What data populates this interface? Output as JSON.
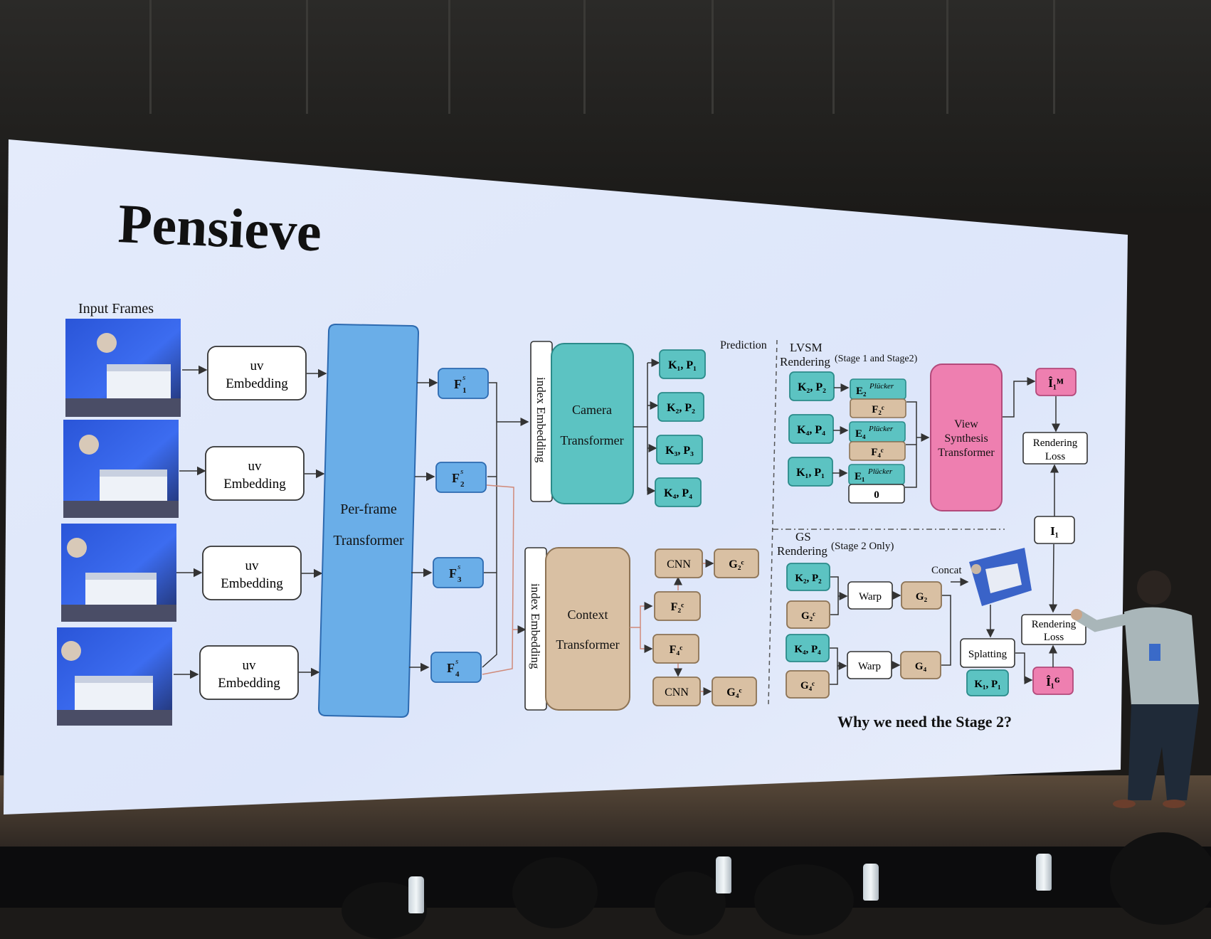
{
  "slide": {
    "title": "Pensieve",
    "input_frames_label": "Input Frames",
    "uv_embedding": [
      "uv",
      "Embedding"
    ],
    "per_frame_transformer": [
      "Per-frame",
      "Transformer"
    ],
    "feature_s": [
      "F",
      "1",
      "2",
      "3",
      "4",
      "s"
    ],
    "index_embedding": "index Embedding",
    "camera_transformer": [
      "Camera",
      "Transformer"
    ],
    "context_transformer": [
      "Context",
      "Transformer"
    ],
    "camera_outputs": [
      "K₁, P₁",
      "K₂, P₂",
      "K₃, P₃",
      "K₄, P₄"
    ],
    "cnn_label": "CNN",
    "context_features": [
      "F₂ᶜ",
      "F₄ᶜ"
    ],
    "gaussian_outputs": [
      "G₂ᶜ",
      "G₄ᶜ"
    ],
    "prediction_label": "Prediction",
    "lvsm_label": [
      "LVSM",
      "Rendering"
    ],
    "lvsm_stage": "(Stage 1 and Stage2)",
    "lvsm_inputs": [
      "K₂, P₂",
      "K₄, P₄",
      "K₁, P₁"
    ],
    "plucker": [
      "E₂",
      "E₄",
      "E₁",
      "Plücker"
    ],
    "plucker_pairs": [
      "F₂ᶜ",
      "F₄ᶜ",
      "0"
    ],
    "view_synthesis": [
      "View",
      "Synthesis",
      "Transformer"
    ],
    "lvsm_output": "Î₁ᴹ",
    "rendering_loss": [
      "Rendering",
      "Loss"
    ],
    "gt_image": "I₁",
    "gs_label": [
      "GS",
      "Rendering"
    ],
    "gs_stage": "(Stage 2 Only)",
    "gs_inputs": [
      "K₂, P₂",
      "G₂ᶜ",
      "K₄, P₄",
      "G₄ᶜ"
    ],
    "warp_label": "Warp",
    "warped": [
      "G₂",
      "G₄"
    ],
    "concat_label": "Concat",
    "splatting_label": "Splatting",
    "splat_camera": "K₁, P₁",
    "gs_output": "Î₁ᴳ",
    "question": "Why we need the Stage 2?"
  },
  "colors": {
    "blue": "#6aaee8",
    "teal": "#5cc3c2",
    "tan": "#d9c0a3",
    "pink": "#ee7fb0",
    "screen": "#dfe8fb"
  }
}
